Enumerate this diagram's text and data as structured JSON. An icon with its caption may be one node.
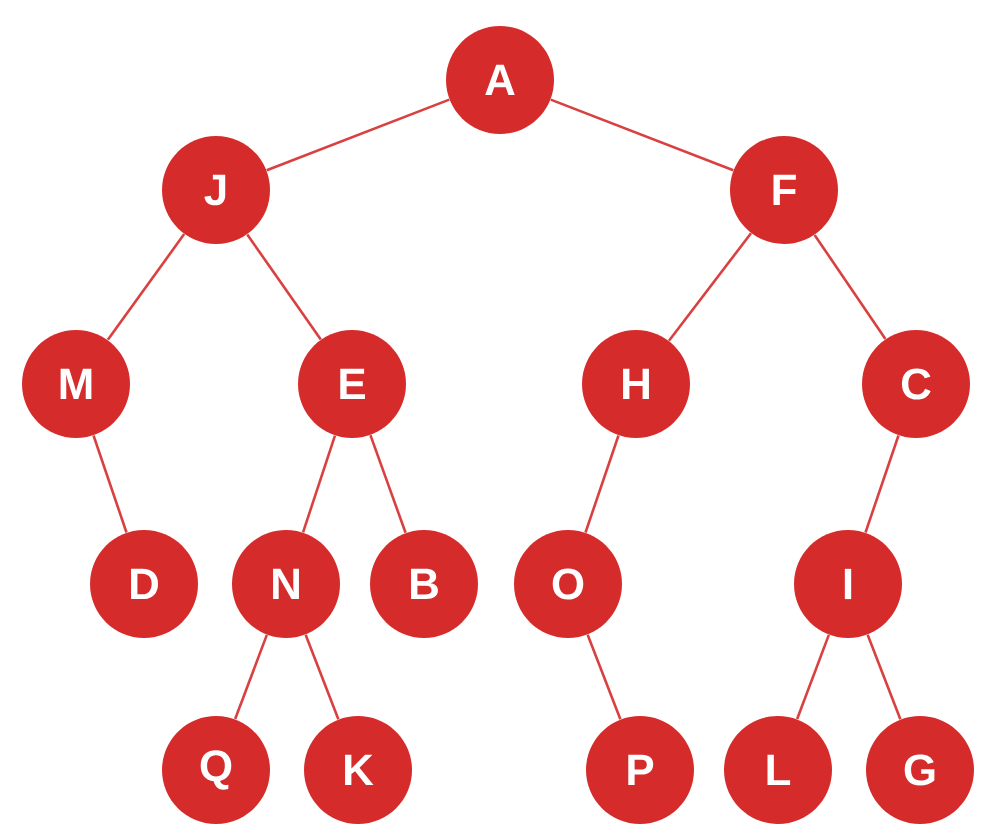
{
  "diagram": {
    "nodes": [
      {
        "text": [
          "A"
        ]
      },
      {
        "text": [
          "J"
        ]
      },
      {
        "text": [
          "F"
        ]
      },
      {
        "text": [
          "M"
        ]
      },
      {
        "text": [
          "E"
        ]
      },
      {
        "text": [
          "H"
        ]
      },
      {
        "text": [
          "C"
        ]
      },
      {
        "text": [
          "D"
        ]
      },
      {
        "text": [
          "N"
        ]
      },
      {
        "text": [
          "B"
        ]
      },
      {
        "text": [
          "O"
        ]
      },
      {
        "text": [
          "I"
        ]
      },
      {
        "text": [
          "Q"
        ]
      },
      {
        "text": [
          "K"
        ]
      },
      {
        "text": [
          "P"
        ]
      },
      {
        "text": [
          "L"
        ]
      },
      {
        "text": [
          "G"
        ]
      }
    ],
    "edges": [
      {
        "from": 0,
        "to": 1,
        "arrow": "none"
      },
      {
        "from": 0,
        "to": 2,
        "arrow": "none"
      },
      {
        "from": 1,
        "to": 3,
        "arrow": "none"
      },
      {
        "from": 1,
        "to": 4,
        "arrow": "none"
      },
      {
        "from": 3,
        "to": 7,
        "arrow": "none"
      },
      {
        "from": 4,
        "to": 8,
        "arrow": "none"
      },
      {
        "from": 4,
        "to": 9,
        "arrow": "none"
      },
      {
        "from": 2,
        "to": 5,
        "arrow": "none"
      },
      {
        "from": 2,
        "to": 6,
        "arrow": "none"
      },
      {
        "from": 5,
        "to": 10,
        "arrow": "none"
      },
      {
        "from": 6,
        "to": 11,
        "arrow": "none"
      },
      {
        "from": 8,
        "to": 12,
        "arrow": "none"
      },
      {
        "from": 8,
        "to": 13,
        "arrow": "none"
      },
      {
        "from": 10,
        "to": 14,
        "arrow": "none"
      },
      {
        "from": 11,
        "to": 15,
        "arrow": "none"
      },
      {
        "from": 11,
        "to": 16,
        "arrow": "none"
      }
    ]
  }
}
